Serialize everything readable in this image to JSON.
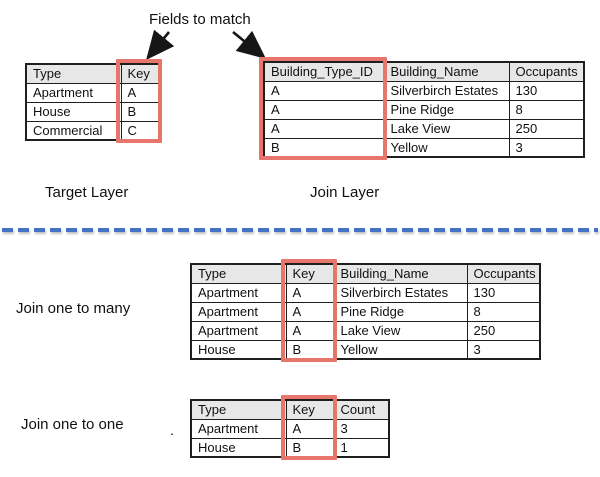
{
  "labels": {
    "fields_to_match": "Fields to match",
    "target_layer": "Target Layer",
    "join_layer": "Join Layer",
    "join_one_to_many": "Join one to many",
    "join_one_to_one": "Join one to one",
    "period_mark": "."
  },
  "colors": {
    "highlight_red": "#e6766c",
    "divider_blue": "#4472c4",
    "header_gray": "#e8e7e7",
    "table_border": "#1f1f1f"
  },
  "tables": {
    "target": {
      "caption": "Target Layer",
      "headers": [
        "Type",
        "Key"
      ],
      "highlighted_column": "Key",
      "rows": [
        [
          "Apartment",
          "A"
        ],
        [
          "House",
          "B"
        ],
        [
          "Commercial",
          "C"
        ]
      ]
    },
    "join": {
      "caption": "Join Layer",
      "headers": [
        "Building_Type_ID",
        "Building_Name",
        "Occupants"
      ],
      "highlighted_column": "Building_Type_ID",
      "rows": [
        [
          "A",
          "Silverbirch Estates",
          "130"
        ],
        [
          "A",
          "Pine Ridge",
          "8"
        ],
        [
          "A",
          "Lake View",
          "250"
        ],
        [
          "B",
          "Yellow",
          "3"
        ]
      ]
    },
    "one_to_many": {
      "caption": "Join one to many",
      "headers": [
        "Type",
        "Key",
        "Building_Name",
        "Occupants"
      ],
      "highlighted_column": "Key",
      "rows": [
        [
          "Apartment",
          "A",
          "Silverbirch Estates",
          "130"
        ],
        [
          "Apartment",
          "A",
          "Pine Ridge",
          "8"
        ],
        [
          "Apartment",
          "A",
          "Lake View",
          "250"
        ],
        [
          "House",
          "B",
          "Yellow",
          "3"
        ]
      ]
    },
    "one_to_one": {
      "caption": "Join one to one",
      "headers": [
        "Type",
        "Key",
        "Count"
      ],
      "highlighted_column": "Key",
      "rows": [
        [
          "Apartment",
          "A",
          "3"
        ],
        [
          "House",
          "B",
          "1"
        ]
      ]
    }
  }
}
